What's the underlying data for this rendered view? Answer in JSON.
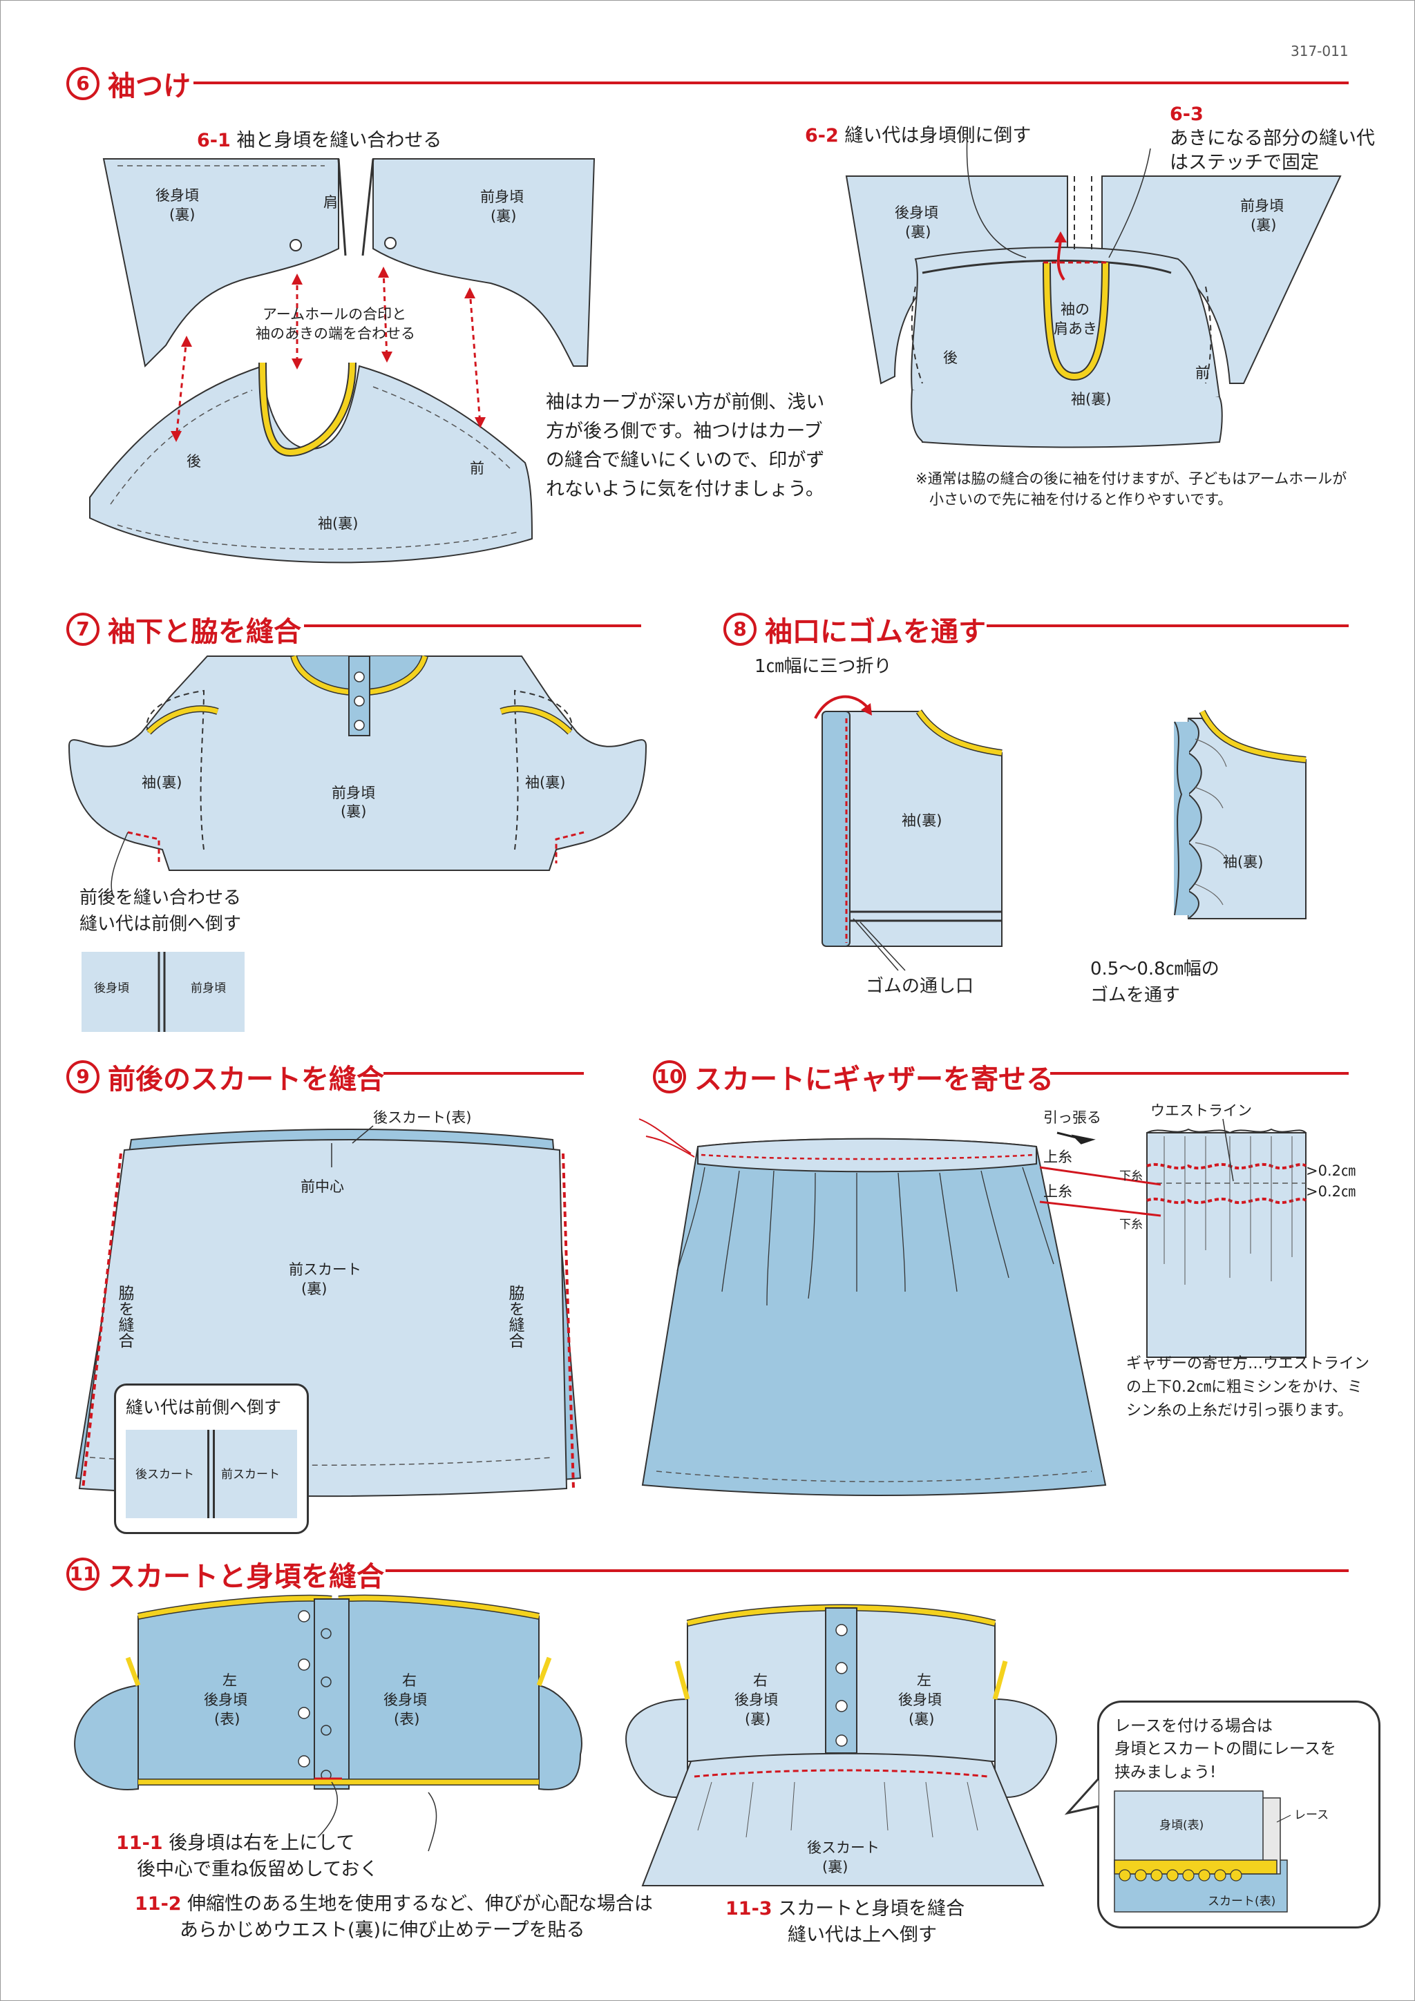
{
  "page_number": "317-011",
  "colors": {
    "accent": "#d2161e",
    "fabric": "#cfe1ef",
    "fabric_dark": "#9ec7e0",
    "binding": "#f4d21e"
  },
  "sections": {
    "s6": {
      "num": "6",
      "title": "袖つけ",
      "step1": {
        "num": "6-1",
        "text": "袖と身頃を縫い合わせる"
      },
      "step2": {
        "num": "6-2",
        "text": "縫い代は身頃側に倒す"
      },
      "step3": {
        "num": "6-3",
        "text1": "あきになる部分の縫い代",
        "text2": "はステッチで固定"
      },
      "labels": {
        "back_body": "後身頃",
        "back_body_ura": "(裏)",
        "front_body": "前身頃",
        "front_body_ura": "(裏)",
        "shoulder": "肩",
        "armhole_1": "アームホールの合印と",
        "armhole_2": "袖のあきの端を合わせる",
        "back": "後",
        "front": "前",
        "sleeve": "袖(裏)",
        "sleeve_open_1": "袖の",
        "sleeve_open_2": "肩あき"
      },
      "note": [
        "袖はカーブが深い方が前側、浅い",
        "方が後ろ側です。袖つけはカーブ",
        "の縫合で縫いにくいので、印がず",
        "れないように気を付けましょう。"
      ],
      "small_note": [
        "※通常は脇の縫合の後に袖を付けますが、子どもはアームホールが",
        "小さいので先に袖を付けると作りやすいです。"
      ]
    },
    "s7": {
      "num": "7",
      "title": "袖下と脇を縫合",
      "labels": {
        "sleeve": "袖(裏)",
        "front_body": "前身頃",
        "front_body_ura": "(裏)",
        "back_body": "後身頃",
        "front_body_short": "前身頃"
      },
      "note": [
        "前後を縫い合わせる",
        "縫い代は前側へ倒す"
      ]
    },
    "s8": {
      "num": "8",
      "title": "袖口にゴムを通す",
      "fold": "1㎝幅に三つ折り",
      "sleeve": "袖(裏)",
      "elastic_passage": "ゴムの通し口",
      "note": [
        "0.5～0.8㎝幅の",
        "ゴムを通す"
      ]
    },
    "s9": {
      "num": "9",
      "title": "前後のスカートを縫合",
      "labels": {
        "back_skirt": "後スカート(表)",
        "front_center": "前中心",
        "front_skirt": "前スカート",
        "front_skirt_ura": "(裏)",
        "side_seam": "脇を縫合"
      },
      "inset": {
        "title": "縫い代は前側へ倒す",
        "back": "後スカート",
        "front": "前スカート"
      }
    },
    "s10": {
      "num": "10",
      "title": "スカートにギャザーを寄せる",
      "labels": {
        "pull": "引っ張る",
        "top_thread_1": "上糸",
        "top_thread_2": "上糸",
        "waistline": "ウエストライン",
        "bottom_thread_1": "下糸",
        "bottom_thread_2": "下糸",
        "dist_1": ">0.2㎝",
        "dist_2": ">0.2㎝"
      },
      "note": [
        "ギャザーの寄せ方…ウエストライン",
        "の上下0.2㎝に粗ミシンをかけ、ミ",
        "シン糸の上糸だけ引っ張ります。"
      ]
    },
    "s11": {
      "num": "11",
      "title": "スカートと身頃を縫合",
      "labels": {
        "left_back_1": "左",
        "left_back_2": "後身頃",
        "left_back_3": "(表)",
        "right_back_1": "右",
        "right_back_2": "後身頃",
        "right_back_3": "(表)",
        "r_back_ura_1": "右",
        "r_back_ura_2": "後身頃",
        "r_back_ura_3": "(裏)",
        "l_back_ura_1": "左",
        "l_back_ura_2": "後身頃",
        "l_back_ura_3": "(裏)",
        "back_skirt": "後スカート",
        "back_skirt_ura": "(裏)"
      },
      "step1": {
        "num": "11-1",
        "text1": "後身頃は右を上にして",
        "text2": "後中心で重ね仮留めしておく"
      },
      "step2": {
        "num": "11-2",
        "text1": "伸縮性のある生地を使用するなど、伸びが心配な場合は",
        "text2": "あらかじめウエスト(裏)に伸び止めテープを貼る"
      },
      "step3": {
        "num": "11-3",
        "text1": "スカートと身頃を縫合",
        "text2": "縫い代は上へ倒す"
      },
      "lace_callout": [
        "レースを付ける場合は",
        "身頃とスカートの間にレースを",
        "挟みましょう!"
      ],
      "lace_labels": {
        "body": "身頃(表)",
        "lace": "レース",
        "skirt": "スカート(表)"
      }
    }
  }
}
